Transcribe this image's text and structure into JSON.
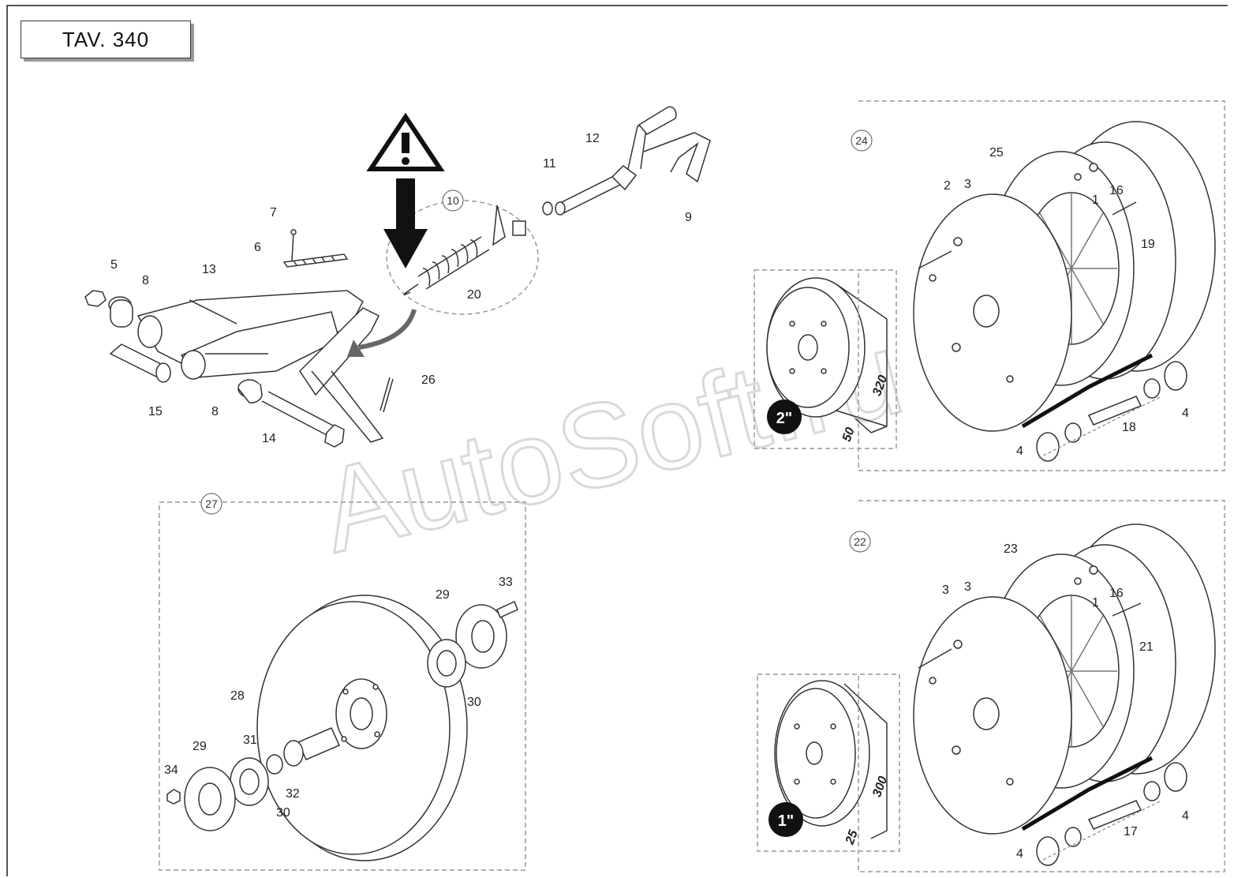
{
  "header": {
    "title": "TAV. 340"
  },
  "watermark": "AutoSoft.ru",
  "part_labels": [
    "5",
    "8",
    "13",
    "6",
    "7",
    "15",
    "8",
    "14",
    "26",
    "10",
    "20",
    "11",
    "12",
    "9",
    "24",
    "25",
    "2",
    "3",
    "16",
    "1",
    "19",
    "4",
    "18",
    "4",
    "27",
    "29",
    "33",
    "28",
    "30",
    "29",
    "31",
    "34",
    "30",
    "32",
    "22",
    "23",
    "3",
    "3",
    "16",
    "1",
    "21",
    "4",
    "17",
    "4"
  ],
  "callouts": [
    "10",
    "24",
    "27",
    "22"
  ],
  "dimensions": [
    "320",
    "50",
    "300",
    "25"
  ],
  "badges": [
    "2\"",
    "1\""
  ],
  "colors": {
    "line": "#333333",
    "dashed": "#999999",
    "badge": "#111111"
  }
}
